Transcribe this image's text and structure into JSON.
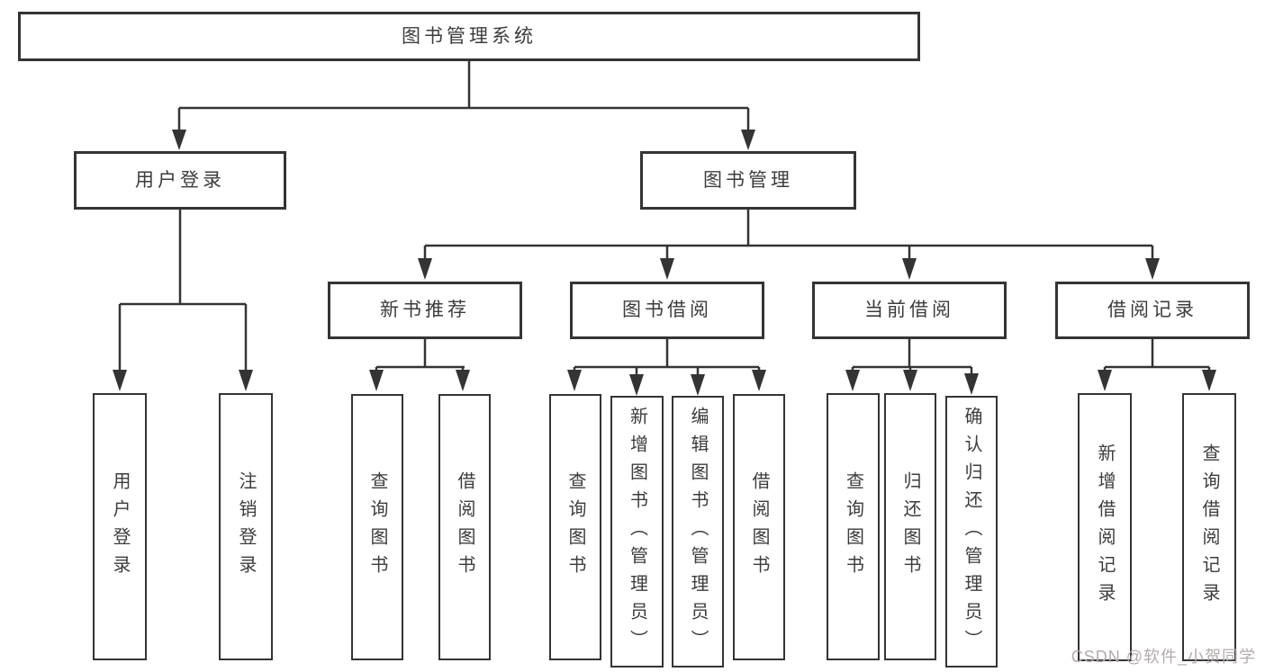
{
  "diagram": {
    "title": "图书管理系统",
    "branches": [
      {
        "label": "用户登录",
        "leaves": [
          "用户登录",
          "注销登录"
        ]
      },
      {
        "label": "图书管理",
        "groups": [
          {
            "label": "新书推荐",
            "leaves": [
              "查询图书",
              "借阅图书"
            ]
          },
          {
            "label": "图书借阅",
            "leaves": [
              "查询图书",
              "新增图书（管理员）",
              "编辑图书（管理员）",
              "借阅图书"
            ]
          },
          {
            "label": "当前借阅",
            "leaves": [
              "查询图书",
              "归还图书",
              "确认归还（管理员）"
            ]
          },
          {
            "label": "借阅记录",
            "leaves": [
              "新增借阅记录",
              "查询借阅记录"
            ]
          }
        ]
      }
    ],
    "watermark": "CSDN @软件_小贺同学",
    "colors": {
      "line": "#343434",
      "box_border": "#343434",
      "text": "#3c3c3c",
      "watermark": "#b2abab",
      "background": "#ffffff"
    }
  }
}
